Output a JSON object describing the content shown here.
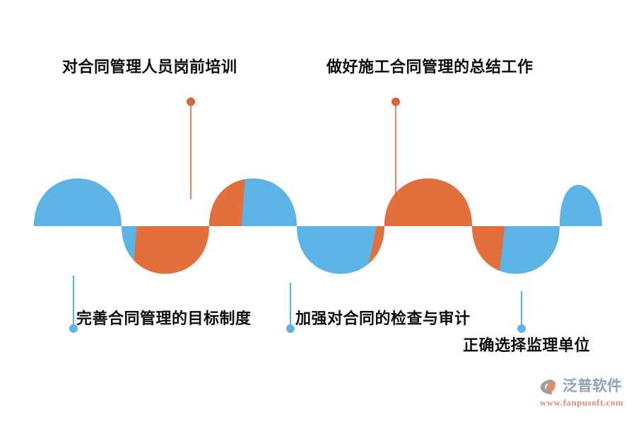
{
  "diagram": {
    "type": "serpentine-wave-infographic",
    "colors": {
      "blue": "#5BB4E5",
      "orange": "#E3703C",
      "connector_orange": "#D9643A",
      "connector_blue": "#5BB4E5",
      "text": "#0d0d0d",
      "background": "#ffffff"
    },
    "labels": {
      "top": [
        {
          "text": "对合同管理人员岗前培训",
          "connector": "orange"
        },
        {
          "text": "做好施工合同管理的总结工作",
          "connector": "orange"
        }
      ],
      "bottom": [
        {
          "text": "完善合同管理的目标制度",
          "connector": "blue"
        },
        {
          "text": "加强对合同的检查与审计",
          "connector": "blue"
        },
        {
          "text": "正确选择监理单位",
          "connector": "blue"
        }
      ]
    }
  },
  "watermark": {
    "brand": "泛普软件",
    "url": "www.fanpusoft.com",
    "logo_icon": "fanpu-c-leaf-logo-icon"
  }
}
